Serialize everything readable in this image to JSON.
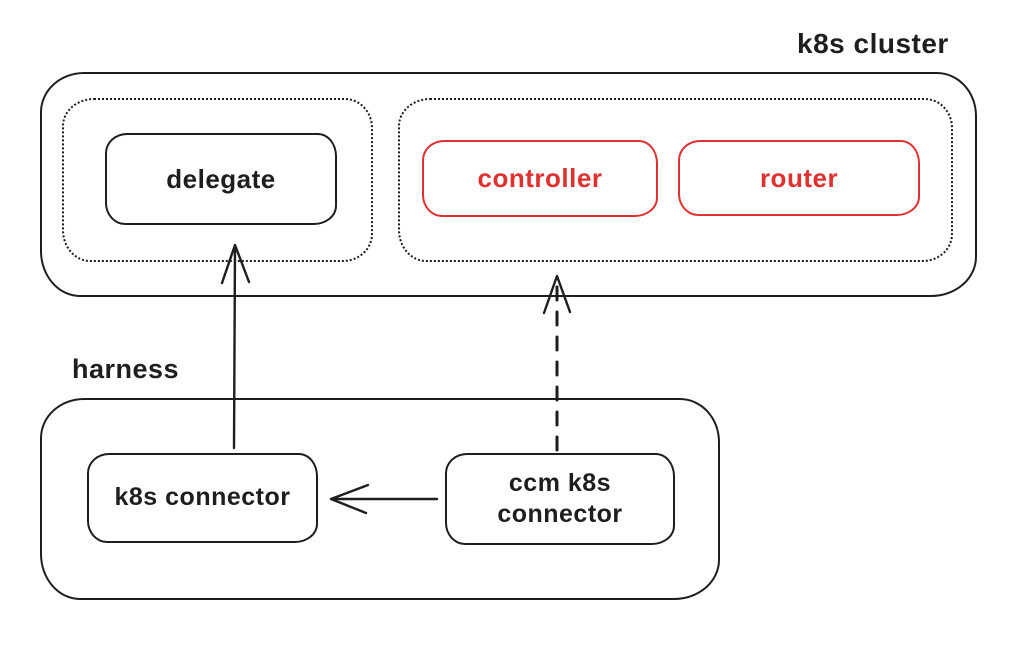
{
  "diagram": {
    "title": "",
    "colors": {
      "ink": "#1e1e1e",
      "accent_red": "#e03131",
      "background": "#ffffff"
    },
    "clusters": {
      "k8s_cluster": {
        "label": "k8s cluster"
      },
      "harness": {
        "label": "harness"
      }
    },
    "nodes": {
      "delegate": {
        "label": "delegate",
        "color": "#1e1e1e"
      },
      "controller": {
        "label": "controller",
        "color": "#e03131"
      },
      "router": {
        "label": "router",
        "color": "#e03131"
      },
      "k8s_connector": {
        "label": "k8s connector",
        "color": "#1e1e1e"
      },
      "ccm_k8s_connector": {
        "label": "ccm k8s connector",
        "color": "#1e1e1e"
      }
    },
    "edges": [
      {
        "from": "k8s_connector",
        "to": "delegate",
        "style": "solid",
        "direction": "up"
      },
      {
        "from": "ccm_k8s_connector",
        "to": "k8s_cluster_pod_group",
        "style": "dashed",
        "direction": "up"
      },
      {
        "from": "ccm_k8s_connector",
        "to": "k8s_connector",
        "style": "solid",
        "direction": "left"
      }
    ]
  }
}
